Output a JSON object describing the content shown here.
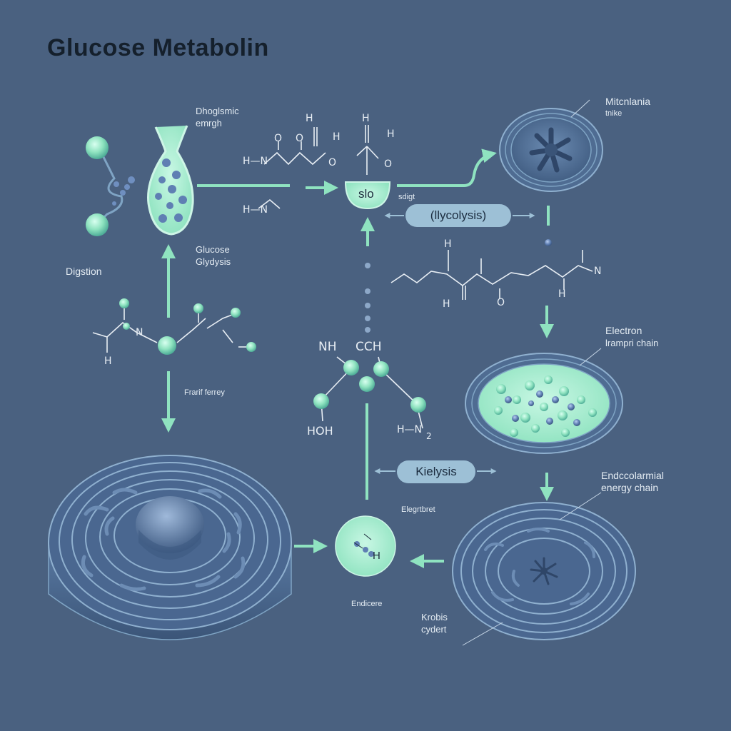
{
  "title": "Glucose Metabolin",
  "labels": {
    "diag_line1": "Dhoglsmic",
    "diag_line2": "emrgh",
    "mito_line1": "Mitcnlania",
    "mito_line2": "tnike",
    "digestion": "Digstion",
    "glucose_line1": "Glucose",
    "glucose_line2": "Glydysis",
    "slo_caption": "sdigt",
    "frarif": "Frarif ferrey",
    "electron_line1": "Electron",
    "electron_line2": "lrampri chain",
    "endo_line1": "Endccolarmial",
    "endo_line2": "energy chain",
    "elegrt": "Elegrtbret",
    "endicere": "Endicere",
    "krobis_line1": "Krobis",
    "krobis_line2": "cydert"
  },
  "pills": {
    "glycolysis": "(llycolysis)",
    "kielysis": "Kielysis"
  },
  "bubbles": {
    "slo": "slo",
    "h": "H"
  },
  "chem": {
    "nh": "NH",
    "cch": "CCH",
    "hoh": "HOH",
    "h1": "H",
    "h2": "H",
    "h3": "H",
    "h4": "H",
    "h5": "H",
    "h6": "H",
    "h7": "H",
    "n1": "N",
    "n2": "N",
    "o1": "O",
    "o2": "O",
    "o3": "O",
    "o4": "O",
    "hn1": "H—N",
    "hn2": "H—N",
    "hn2b": "H—N",
    "sub2": "2",
    "hh": "H",
    "ho": "O"
  },
  "colors": {
    "background": "#4a6180",
    "accent": "#8fe3c0",
    "membrane": "#7fa4c4",
    "title": "#15202c"
  }
}
